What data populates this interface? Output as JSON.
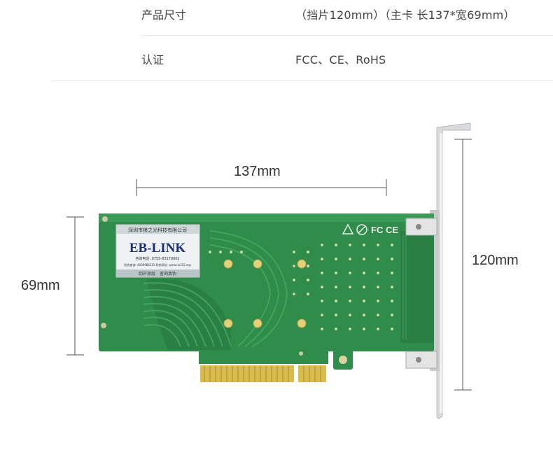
{
  "specs": [
    {
      "label": "产品尺寸",
      "value": "（挡片120mm）（主卡 长137*宽69mm）"
    },
    {
      "label": "认证",
      "value": "FCC、CE、RoHS"
    }
  ],
  "dimensions": {
    "length": "137mm",
    "height": "69mm",
    "bracket_height": "120mm"
  },
  "sticker": {
    "company": "深圳市狼之光科技有限公司",
    "brand": "EB-LINK",
    "phone": "咨询电话: 0755-83179002",
    "verify_line": "防伪查询: 4006986315 防伪网址: www.no315.org",
    "footer": "刮开涂层　查询真伪"
  },
  "cert_marks": {
    "text": "FC CE"
  },
  "colors": {
    "pcb": "#2e8b4a",
    "pcb_light": "#3fa35c",
    "gold": "#d4b24a",
    "bracket": "#d9dadb"
  }
}
